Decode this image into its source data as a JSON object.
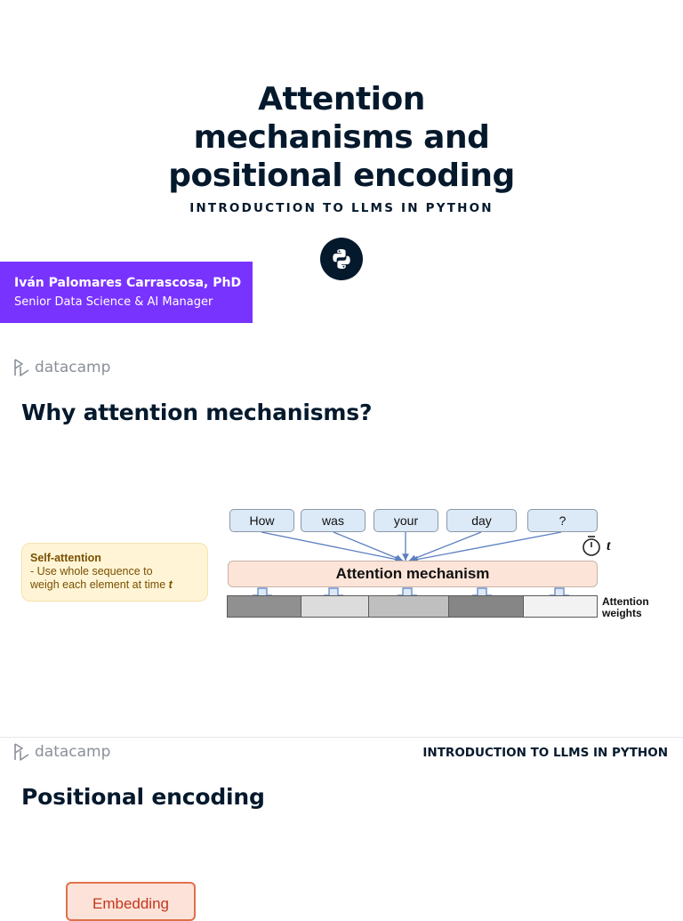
{
  "slide1": {
    "title_lines": [
      "Attention",
      "mechanisms and",
      "positional encoding"
    ],
    "subtitle": "INTRODUCTION TO LLMS IN PYTHON",
    "author_name": "Iván Palomares Carrascosa, PhD",
    "author_role": "Senior Data Science & AI Manager",
    "logo_icon": "python-logo-icon"
  },
  "brand": {
    "name": "datacamp"
  },
  "slide2": {
    "heading": "Why attention mechanisms?",
    "note": {
      "title": "Self-attention",
      "line1": "- Use whole sequence to",
      "line2": "weigh each element at time",
      "emph": "t"
    },
    "diagram": {
      "tokens": [
        "How",
        "was",
        "your",
        "day",
        "?"
      ],
      "mechanism_label": "Attention mechanism",
      "time_label": "t",
      "weights_label_line1": "Attention",
      "weights_label_line2": "weights",
      "weights": [
        0.55,
        0.15,
        0.3,
        0.6,
        0.03
      ],
      "colors": {
        "token_fill": "#dce9f7",
        "mechanism_fill": "#fce5d8",
        "arrow": "#5b7fc0"
      }
    }
  },
  "slide3": {
    "footer": "INTRODUCTION TO LLMS IN PYTHON",
    "heading": "Positional encoding",
    "embedding_label": "Embedding"
  },
  "colors": {
    "navy": "#05192d",
    "purple": "#7933ff",
    "note_bg": "#fff5d6",
    "embed_border": "#e0714a"
  }
}
